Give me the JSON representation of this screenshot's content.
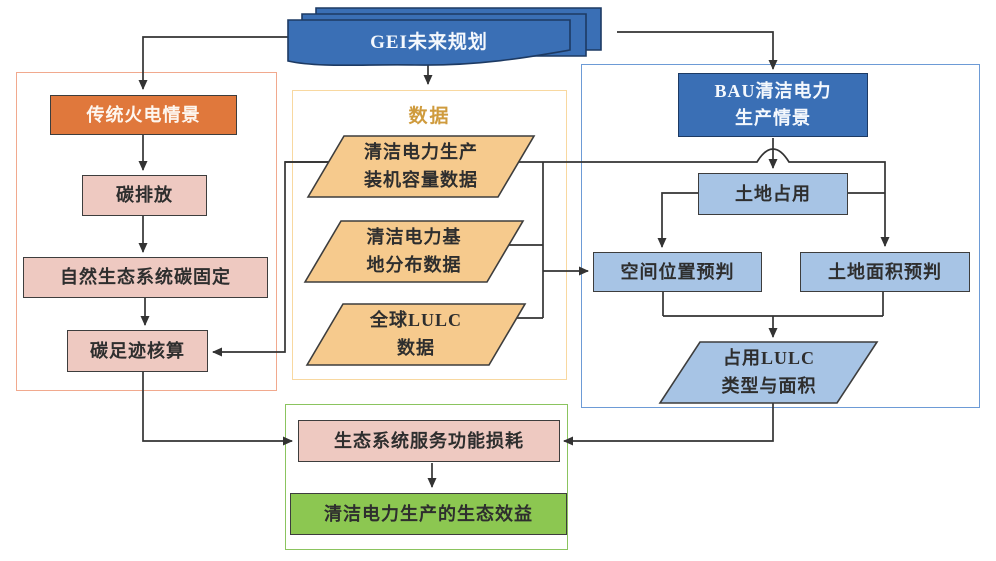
{
  "banner": {
    "label": "GEI未来规划"
  },
  "left_group": {
    "thermal": "传统火电情景",
    "carbon_emission": "碳排放",
    "carbon_fixation": "自然生态系统碳固定",
    "carbon_footprint": "碳足迹核算"
  },
  "data_group": {
    "title": "数据",
    "capacity": {
      "line1": "清洁电力生产",
      "line2": "装机容量数据"
    },
    "base_distribution": {
      "line1": "清洁电力基",
      "line2": "地分布数据"
    },
    "global_lulc": {
      "line1": "全球LULC",
      "line2": "数据"
    }
  },
  "bau_group": {
    "scenario": {
      "line1": "BAU清洁电力",
      "line2": "生产情景"
    },
    "land_occupation": "土地占用",
    "spatial_prediction": "空间位置预判",
    "area_prediction": "土地面积预判",
    "occupied_lulc": {
      "line1": "占用LULC",
      "line2": "类型与面积"
    }
  },
  "eco_group": {
    "service_loss": "生态系统服务功能损耗",
    "eco_benefit": "清洁电力生产的生态效益"
  },
  "colors": {
    "banner_blue": "#3a6fb5",
    "thermal_orange": "#e0783c",
    "pink": "#eec9c1",
    "data_tan": "#f6ca8d",
    "light_blue": "#a7c4e5",
    "benefit_green": "#8cc751",
    "left_group_border": "#f1a98e",
    "data_group_border": "#f8d8a0",
    "bau_group_border": "#6d9bd6",
    "eco_group_border": "#8bc45f",
    "data_title_gold": "#cf9b3d",
    "connector": "#333333"
  }
}
